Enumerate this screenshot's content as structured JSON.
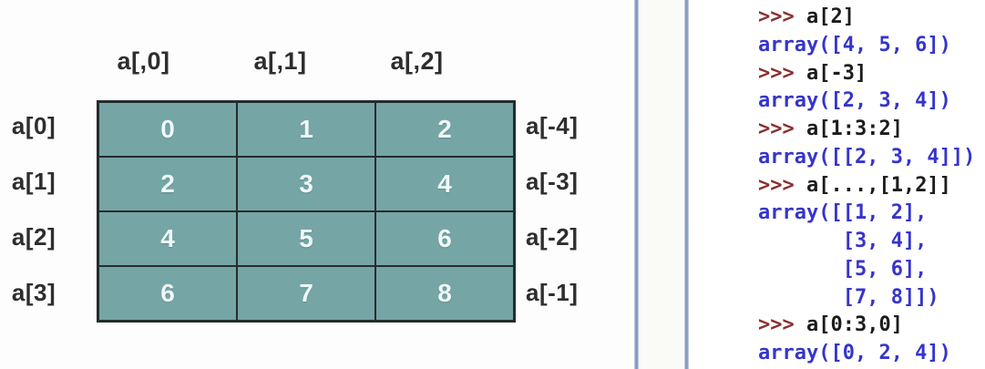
{
  "diagram": {
    "column_headers": [
      "a[,0]",
      "a[,1]",
      "a[,2]"
    ],
    "row_labels_left": [
      "a[0]",
      "a[1]",
      "a[2]",
      "a[3]"
    ],
    "row_labels_right": [
      "a[-4]",
      "a[-3]",
      "a[-2]",
      "a[-1]"
    ],
    "cells": [
      [
        "0",
        "1",
        "2"
      ],
      [
        "2",
        "3",
        "4"
      ],
      [
        "4",
        "5",
        "6"
      ],
      [
        "6",
        "7",
        "8"
      ]
    ],
    "colors": {
      "cell_fill": "#76a5a6",
      "cell_border": "#232d2d",
      "cell_text": "#eef8f8",
      "label_text": "#2e2e2e"
    }
  },
  "console": {
    "lines": [
      {
        "kind": "input",
        "prompt": ">>> ",
        "text": "a[2]"
      },
      {
        "kind": "output",
        "text": "array([4, 5, 6])"
      },
      {
        "kind": "input",
        "prompt": ">>> ",
        "text": "a[-3]"
      },
      {
        "kind": "output",
        "text": "array([2, 3, 4])"
      },
      {
        "kind": "input",
        "prompt": ">>> ",
        "text": "a[1:3:2]"
      },
      {
        "kind": "output",
        "text": "array([[2, 3, 4]])"
      },
      {
        "kind": "input",
        "prompt": ">>> ",
        "text": "a[...,[1,2]]"
      },
      {
        "kind": "output",
        "text": "array([[1, 2],"
      },
      {
        "kind": "output",
        "text": "       [3, 4],"
      },
      {
        "kind": "output",
        "text": "       [5, 6],"
      },
      {
        "kind": "output",
        "text": "       [7, 8]])"
      },
      {
        "kind": "input",
        "prompt": ">>> ",
        "text": "a[0:3,0]"
      },
      {
        "kind": "output",
        "text": "array([0, 2, 4])"
      }
    ],
    "colors": {
      "prompt": "#8b2e2e",
      "input": "#1c1c1c",
      "output": "#3535cc"
    }
  }
}
